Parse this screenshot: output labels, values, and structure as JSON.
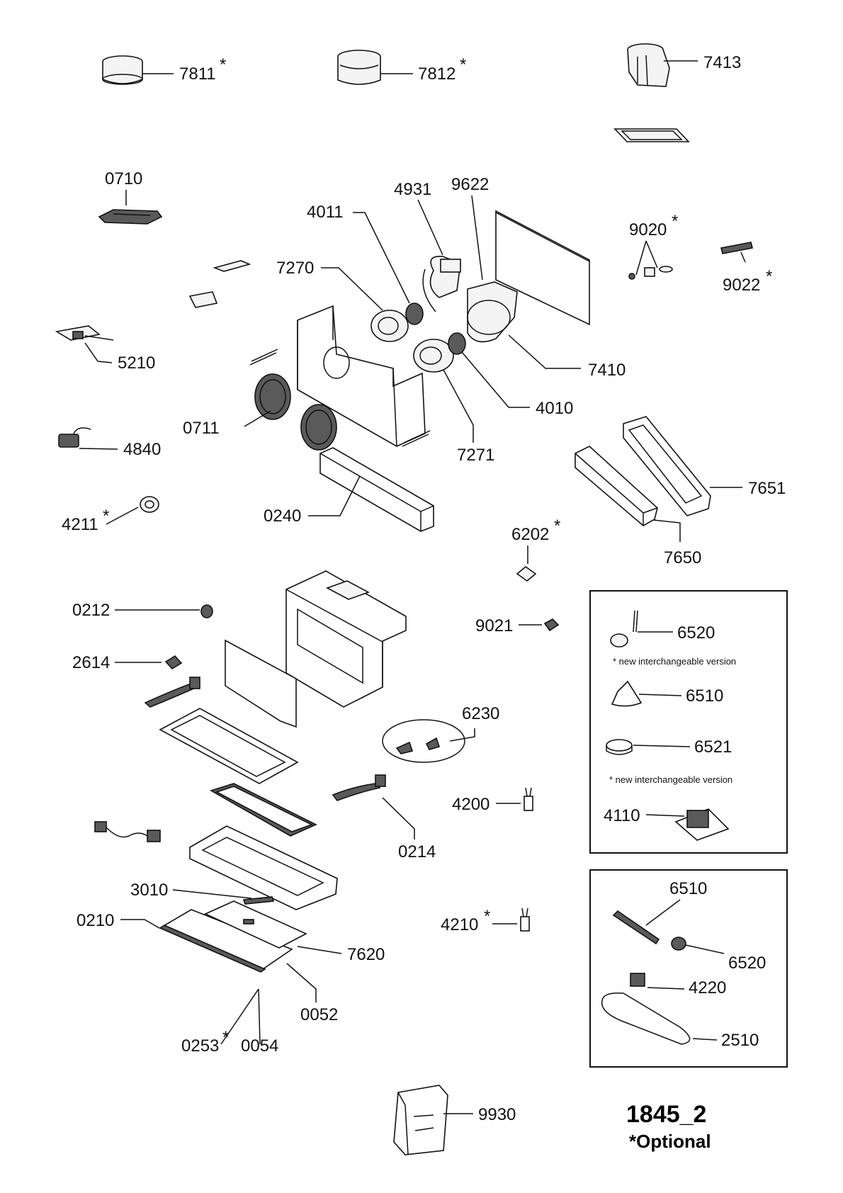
{
  "document": {
    "id": "1845_2",
    "optional_note": "*Optional"
  },
  "parts": {
    "p7811": "7811",
    "p7812": "7812",
    "p7413": "7413",
    "p0710": "0710",
    "p4931": "4931",
    "p9622": "9622",
    "p4011": "4011",
    "p9020": "9020",
    "p9022": "9022",
    "p7270": "7270",
    "p5210": "5210",
    "p7410": "7410",
    "p4010": "4010",
    "p0711": "0711",
    "p4840": "4840",
    "p7271": "7271",
    "p7651": "7651",
    "p4211": "4211",
    "p0240": "0240",
    "p6202": "6202",
    "p7650": "7650",
    "p0212": "0212",
    "p9021": "9021",
    "p2614": "2614",
    "p6230": "6230",
    "p4200": "4200",
    "p0214": "0214",
    "p3010": "3010",
    "p0210": "0210",
    "p4210": "4210",
    "p7620": "7620",
    "p0052": "0052",
    "p0253": "0253",
    "p0054": "0054",
    "p9930": "9930"
  },
  "box1": {
    "p6520": "6520",
    "note1": "* new interchangeable version",
    "p6510": "6510",
    "p6521": "6521",
    "note2": "* new interchangeable version",
    "p4110": "4110"
  },
  "box2": {
    "p6510": "6510",
    "p6520": "6520",
    "p4220": "4220",
    "p2510": "2510"
  },
  "optional_marker": "*"
}
